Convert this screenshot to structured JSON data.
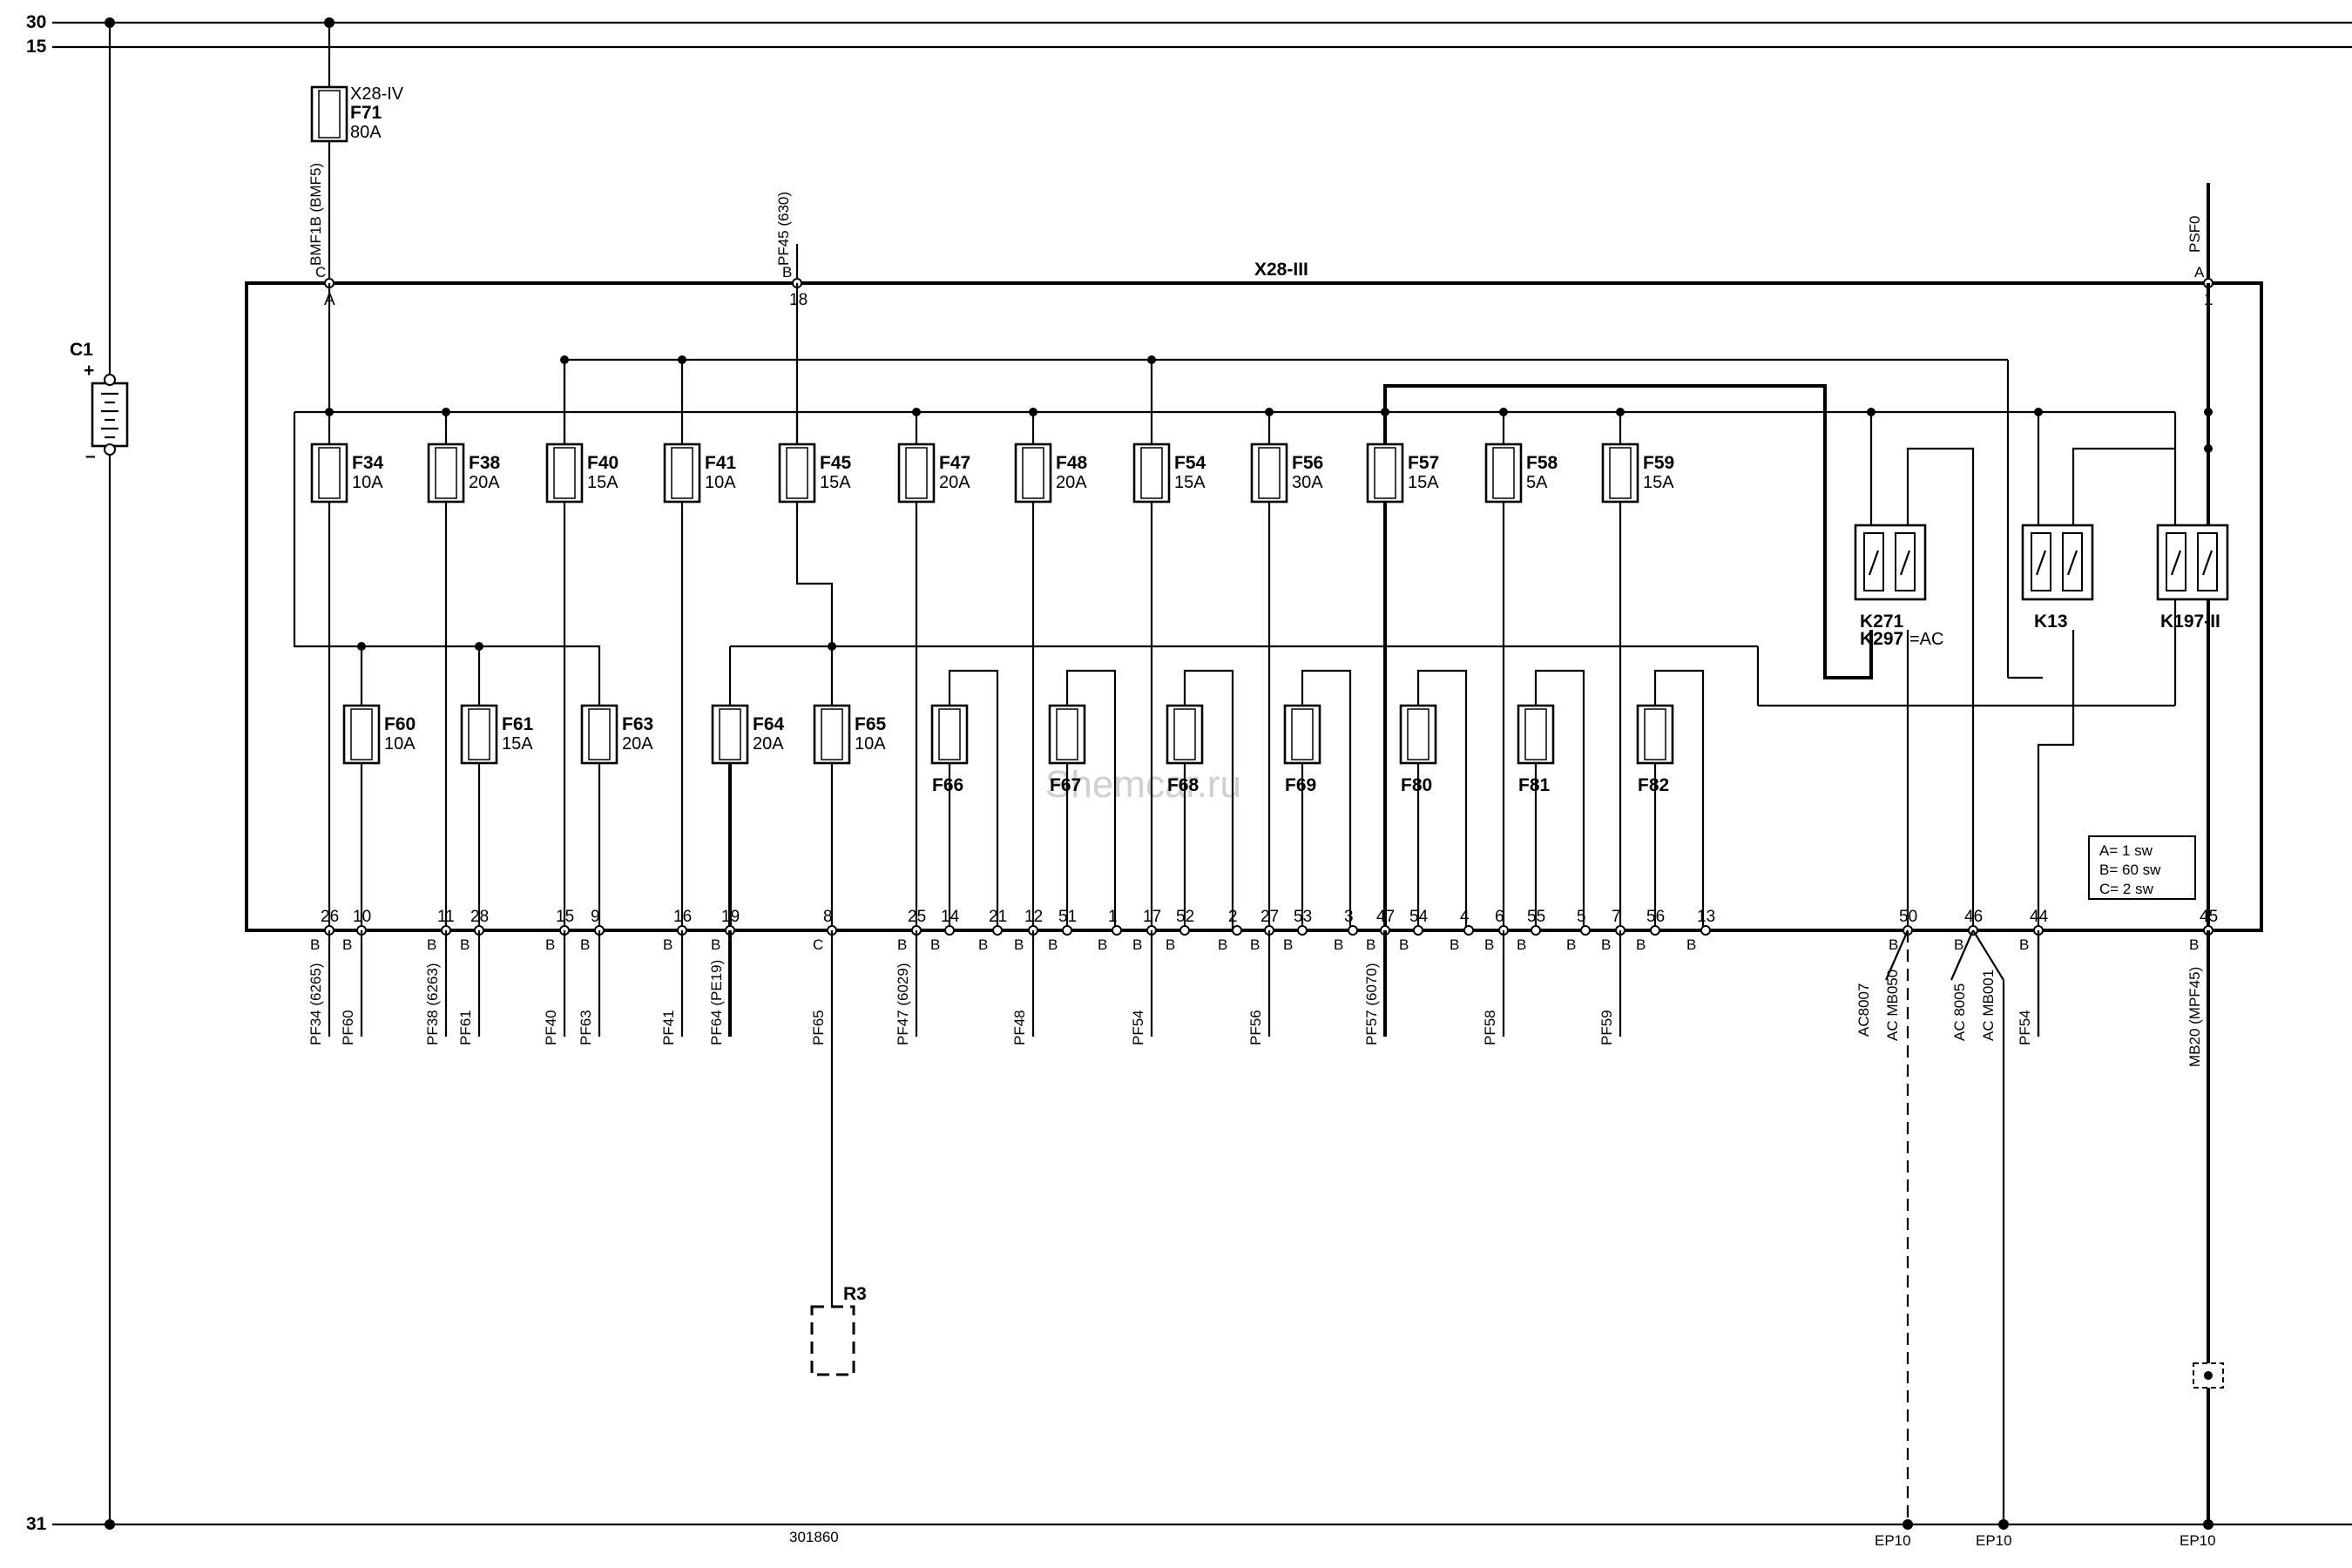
{
  "rails": {
    "r30": "30",
    "r15": "15",
    "r31": "31"
  },
  "battery": {
    "name": "C1",
    "plus": "+",
    "minus": "–"
  },
  "f71": {
    "name": "F71",
    "rating": "80A",
    "location": "X28-IV"
  },
  "wire_top_left": "BMF1B (BMF5)",
  "wire_top_mid": "PF45 (630)",
  "wire_top_right": "PSF0",
  "box_title": "X28-III",
  "top_pins": {
    "p1_letter": "C",
    "p1_num": "A",
    "p2_letter": "B",
    "p2_num": "18",
    "p3_letter": "A",
    "p3_num": "1"
  },
  "upper_fuses": [
    {
      "name": "F34",
      "rating": "10A"
    },
    {
      "name": "F38",
      "rating": "20A"
    },
    {
      "name": "F40",
      "rating": "15A"
    },
    {
      "name": "F41",
      "rating": "10A"
    },
    {
      "name": "F45",
      "rating": "15A"
    },
    {
      "name": "F47",
      "rating": "20A"
    },
    {
      "name": "F48",
      "rating": "20A"
    },
    {
      "name": "F54",
      "rating": "15A"
    },
    {
      "name": "F56",
      "rating": "30A"
    },
    {
      "name": "F57",
      "rating": "15A"
    },
    {
      "name": "F58",
      "rating": "5A"
    },
    {
      "name": "F59",
      "rating": "15A"
    }
  ],
  "lower_fuses": [
    {
      "name": "F60",
      "rating": "10A"
    },
    {
      "name": "F61",
      "rating": "15A"
    },
    {
      "name": "F63",
      "rating": "20A"
    },
    {
      "name": "F64",
      "rating": "20A"
    },
    {
      "name": "F65",
      "rating": "10A"
    },
    {
      "name": "F66",
      "rating": ""
    },
    {
      "name": "F67",
      "rating": ""
    },
    {
      "name": "F68",
      "rating": ""
    },
    {
      "name": "F69",
      "rating": ""
    },
    {
      "name": "F80",
      "rating": ""
    },
    {
      "name": "F81",
      "rating": ""
    },
    {
      "name": "F82",
      "rating": ""
    }
  ],
  "relays": [
    {
      "name": "K271"
    },
    {
      "name": "K13"
    },
    {
      "name": "K197-II"
    }
  ],
  "k297": "K297",
  "k297_suffix": "=AC",
  "legend": {
    "a": "A= 1 sw",
    "b": "B= 60 sw",
    "c": "C= 2 sw"
  },
  "bottom_pins": [
    "26",
    "10",
    "11",
    "28",
    "15",
    "9",
    "16",
    "19",
    "8",
    "25",
    "14",
    "21",
    "12",
    "51",
    "1",
    "17",
    "52",
    "2",
    "27",
    "53",
    "3",
    "47",
    "54",
    "4",
    "6",
    "55",
    "5",
    "7",
    "56",
    "13",
    "50",
    "46",
    "44",
    "45"
  ],
  "bottom_letters": [
    "B",
    "B",
    "B",
    "B",
    "B",
    "B",
    "B",
    "B",
    "C",
    "B",
    "B",
    "B",
    "B",
    "B",
    "B",
    "B",
    "B",
    "B",
    "B",
    "B",
    "B",
    "B",
    "B",
    "B",
    "B",
    "B",
    "B",
    "B",
    "B",
    "B",
    "B",
    "B",
    "B",
    "B"
  ],
  "wires_out": [
    "PF34 (6265)",
    "PF60",
    "PF38 (6263)",
    "PF61",
    "PF40",
    "PF63",
    "PF41",
    "PF64 (PE19)",
    "PF65",
    "PF47 (6029)",
    "PF48",
    "PF54",
    "PF56",
    "PF57 (6070)",
    "PF58",
    "PF59",
    "PF54",
    "MB20 (MPF45)"
  ],
  "ac_wires": {
    "w1a": "AC8007",
    "w1b": "AC  MB050",
    "w2a": "AC  8005",
    "w2b": "AC  MB001"
  },
  "r3": "R3",
  "ground_code": "301860",
  "ep": [
    "EP10",
    "EP10",
    "EP10"
  ],
  "watermark": "Shemcar.ru"
}
